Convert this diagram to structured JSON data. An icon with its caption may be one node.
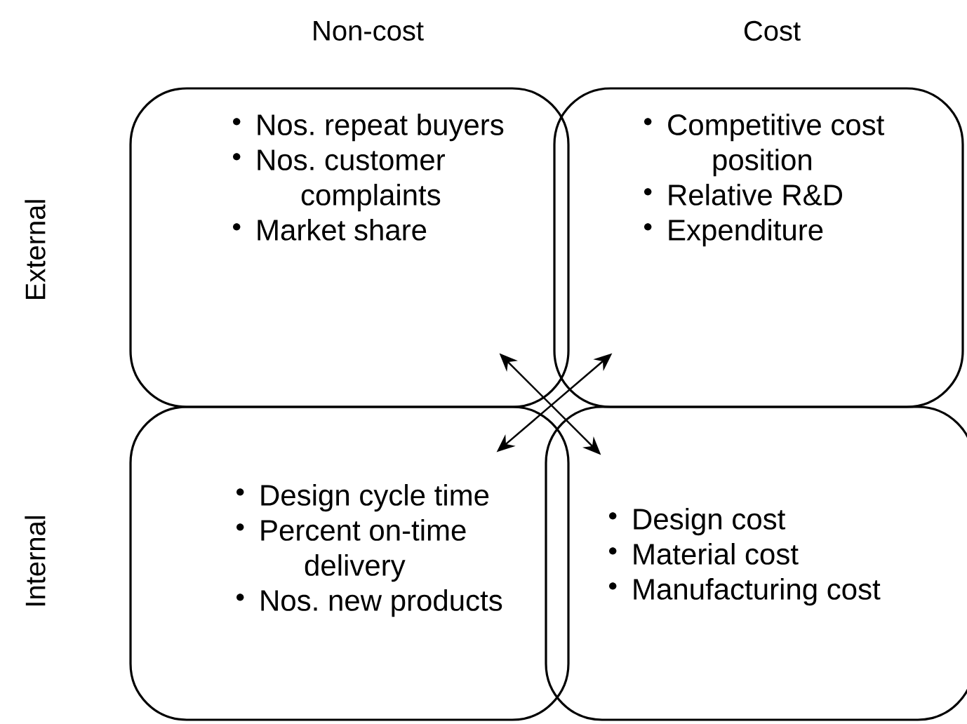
{
  "diagram": {
    "nodes": [
      {
        "text": [
          "Nos. repeat buyers",
          "Nos. customer complaints",
          "Market share"
        ]
      },
      {
        "text": [
          "Competitive cost position",
          "Relative R&D",
          "Expenditure"
        ]
      },
      {
        "text": [
          "Design cycle time",
          "Percent on-time delivery",
          "Nos. new products"
        ]
      },
      {
        "text": [
          "Design cost",
          "Material cost",
          "Manufacturing cost"
        ]
      }
    ],
    "edges": [
      {
        "from": 0,
        "to": 3,
        "arrow": "both"
      },
      {
        "from": 1,
        "to": 2,
        "arrow": "both"
      }
    ],
    "labels": [
      "Non-cost",
      "Cost",
      "External",
      "Internal"
    ]
  }
}
